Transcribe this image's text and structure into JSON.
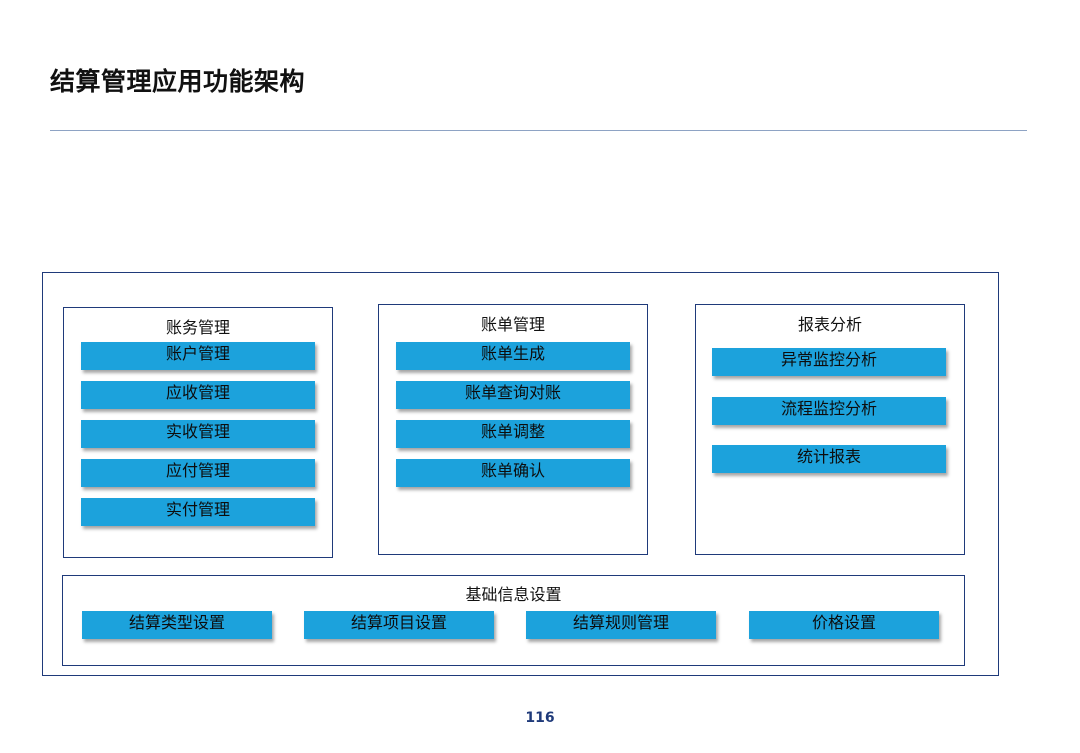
{
  "title": "结算管理应用功能架构",
  "page_number": "116",
  "colors": {
    "button": "#1ca2dc",
    "border": "#1f3a7a",
    "rule": "#8ea3c4"
  },
  "modules": [
    {
      "title": "账务管理",
      "items": [
        "账户管理",
        "应收管理",
        "实收管理",
        "应付管理",
        "实付管理"
      ]
    },
    {
      "title": "账单管理",
      "items": [
        "账单生成",
        "账单查询对账",
        "账单调整",
        "账单确认"
      ]
    },
    {
      "title": "报表分析",
      "items": [
        "异常监控分析",
        "流程监控分析",
        "统计报表"
      ]
    }
  ],
  "base": {
    "title": "基础信息设置",
    "items": [
      "结算类型设置",
      "结算项目设置",
      "结算规则管理",
      "价格设置"
    ]
  }
}
